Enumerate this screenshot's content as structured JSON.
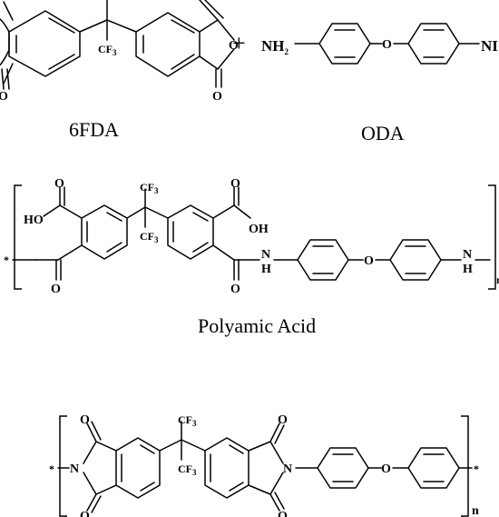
{
  "reactants": {
    "dianhydride": {
      "caption": "6FDA",
      "cf3_label": "CF",
      "cf3_sub": "3",
      "ring_o_label": "O",
      "carbonyl_o_label": "O"
    },
    "plus_sign": "+",
    "diamine": {
      "caption": "ODA",
      "nh2_label": "NH",
      "nh2_sub": "2",
      "right_label_partial": "NI",
      "ether_o_label": "O"
    }
  },
  "intermediate": {
    "caption": "Polyamic Acid",
    "cf3_label": "CF",
    "cf3_sub": "3",
    "acid_label_left": "HO",
    "acid_label_right": "OH",
    "carbonyl_o_label": "O",
    "amide_n_label": "N",
    "amide_h_label": "H",
    "ether_o_label": "O",
    "end_star": "*",
    "repeat_partial": "n"
  },
  "product": {
    "cf3_label": "CF",
    "cf3_sub": "3",
    "imide_n_label": "N",
    "carbonyl_o_label": "O",
    "ether_o_label": "O",
    "end_star": "*",
    "repeat_n": "n"
  }
}
